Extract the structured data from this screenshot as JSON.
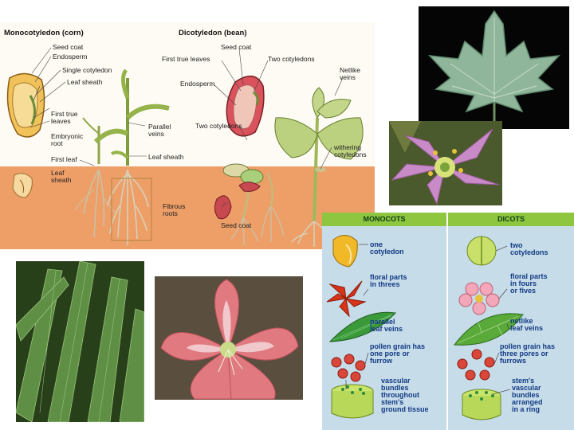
{
  "diagram": {
    "mono_title": "Monocotyledon (corn)",
    "di_title": "Dicotyledon (bean)",
    "mono_labels": {
      "seed_coat": "Seed coat",
      "endosperm": "Endosperm",
      "single_cotyledon": "Single cotyledon",
      "leaf_sheath_top": "Leaf sheath",
      "first_true_leaves": "First true leaves",
      "embryonic_root": "Embryonic root",
      "first_leaf": "First leaf",
      "leaf_sheath_bottom": "Leaf sheath",
      "parallel_veins": "Parallel veins",
      "leaf_sheath_mid": "Leaf sheath",
      "fibrous_roots": "Fibrous roots"
    },
    "di_labels": {
      "seed_coat_top": "Seed coat",
      "first_true_leaves": "First true leaves",
      "two_cotyledons_top": "Two cotyledons",
      "endosperm": "Endosperm",
      "netlike_veins": "Netlike veins",
      "two_cotyledons_mid": "Two cotyledons",
      "withering_cotyledons": "withering cotyledons",
      "seed_coat_bottom": "Seed coat"
    }
  },
  "comparison": {
    "mono_header": "MONOCOTS",
    "di_header": "DICOTS",
    "rows": [
      {
        "mono": "one\ncotyledon",
        "di": "two\ncotyledons"
      },
      {
        "mono": "floral parts\nin threes",
        "di": "floral parts\nin fours\nor fives"
      },
      {
        "mono": "parallel\nleaf veins",
        "di": "netlike\nleaf veins"
      },
      {
        "mono": "pollen grain has\none pore or\nfurrow",
        "di": "pollen grain has\nthree pores or\nfurrows"
      },
      {
        "mono": "vascular\nbundles\nthroughout\nstem's\nground tissue",
        "di": "stem's\nvascular\nbundles\narranged\nin a ring"
      }
    ]
  },
  "colors": {
    "soil": "#ee9f68",
    "chart_bg": "#c7dce9",
    "chart_header": "#8ec63f",
    "chart_text": "#123a84"
  }
}
